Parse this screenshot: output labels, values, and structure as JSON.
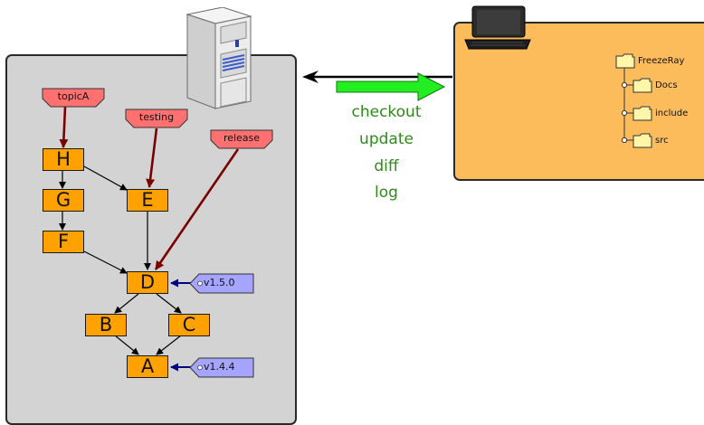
{
  "branches": {
    "topicA": "topicA",
    "testing": "testing",
    "release": "release"
  },
  "commits": {
    "H": "H",
    "G": "G",
    "F": "F",
    "E": "E",
    "D": "D",
    "B": "B",
    "C": "C",
    "A": "A"
  },
  "versions": {
    "v150": "v1.5.0",
    "v144": "v1.4.4"
  },
  "operations": [
    "checkout",
    "update",
    "diff",
    "log"
  ],
  "working_copy": {
    "root": "FreezeRay",
    "children": [
      "Docs",
      "include",
      "src"
    ]
  },
  "colors": {
    "repository_panel": "#d3d3d3",
    "working_copy_panel": "#fcbc5c",
    "commit_node": "#ffa200",
    "branch_label": "#ff7070",
    "branch_arrow": "#7a0000",
    "version_tag": "#a5a5ff",
    "version_arrow": "#000080",
    "transfer_arrow": "#22ee22",
    "operation_text": "#2e8b1a"
  },
  "icons": [
    "server-icon",
    "laptop-icon",
    "folder-icon"
  ]
}
